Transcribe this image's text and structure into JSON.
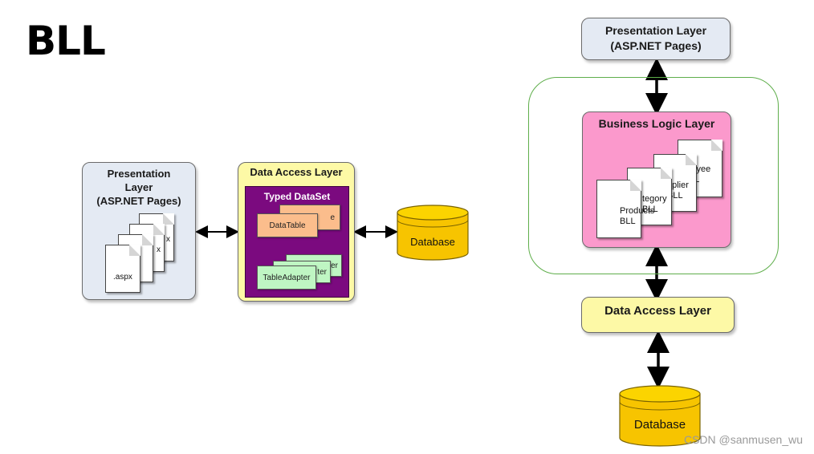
{
  "title": "BLL",
  "left_diagram": {
    "presentation": {
      "line1": "Presentation",
      "line2": "Layer",
      "line3": "(ASP.NET Pages)",
      "doc_labels": [
        ".aspx",
        "x",
        "x"
      ]
    },
    "dal": {
      "title": "Data Access Layer",
      "typed_dataset": "Typed DataSet",
      "datatable": "DataTable",
      "datatable_back": "e",
      "tableadapter": "TableAdapter",
      "tableadapter_back1": "ter",
      "tableadapter_back2": "ter"
    },
    "database": "Database"
  },
  "right_diagram": {
    "presentation": {
      "line1": "Presentation Layer",
      "line2": "(ASP.NET Pages)"
    },
    "bll": {
      "title": "Business Logic Layer",
      "docs": [
        {
          "l1": "Products",
          "l2": "BLL"
        },
        {
          "l1": "tegory",
          "l2": "BLL"
        },
        {
          "l1": "pplier",
          "l2": "BLL"
        },
        {
          "l1": "loyee",
          "l2": "LL"
        }
      ]
    },
    "dal": "Data Access Layer",
    "database": "Database"
  },
  "watermark": "CSDN @sanmusen_wu",
  "colors": {
    "presentation_fill": "#e4eaf3",
    "dal_fill": "#fdf9a6",
    "bll_fill": "#fb99cc",
    "typed_dataset_fill": "#7b0a7f",
    "datatable_fill": "#fbbd8c",
    "tableadapter_fill": "#bff6c3",
    "database_fill": "#f7c400",
    "container_border": "#5fae4b"
  }
}
